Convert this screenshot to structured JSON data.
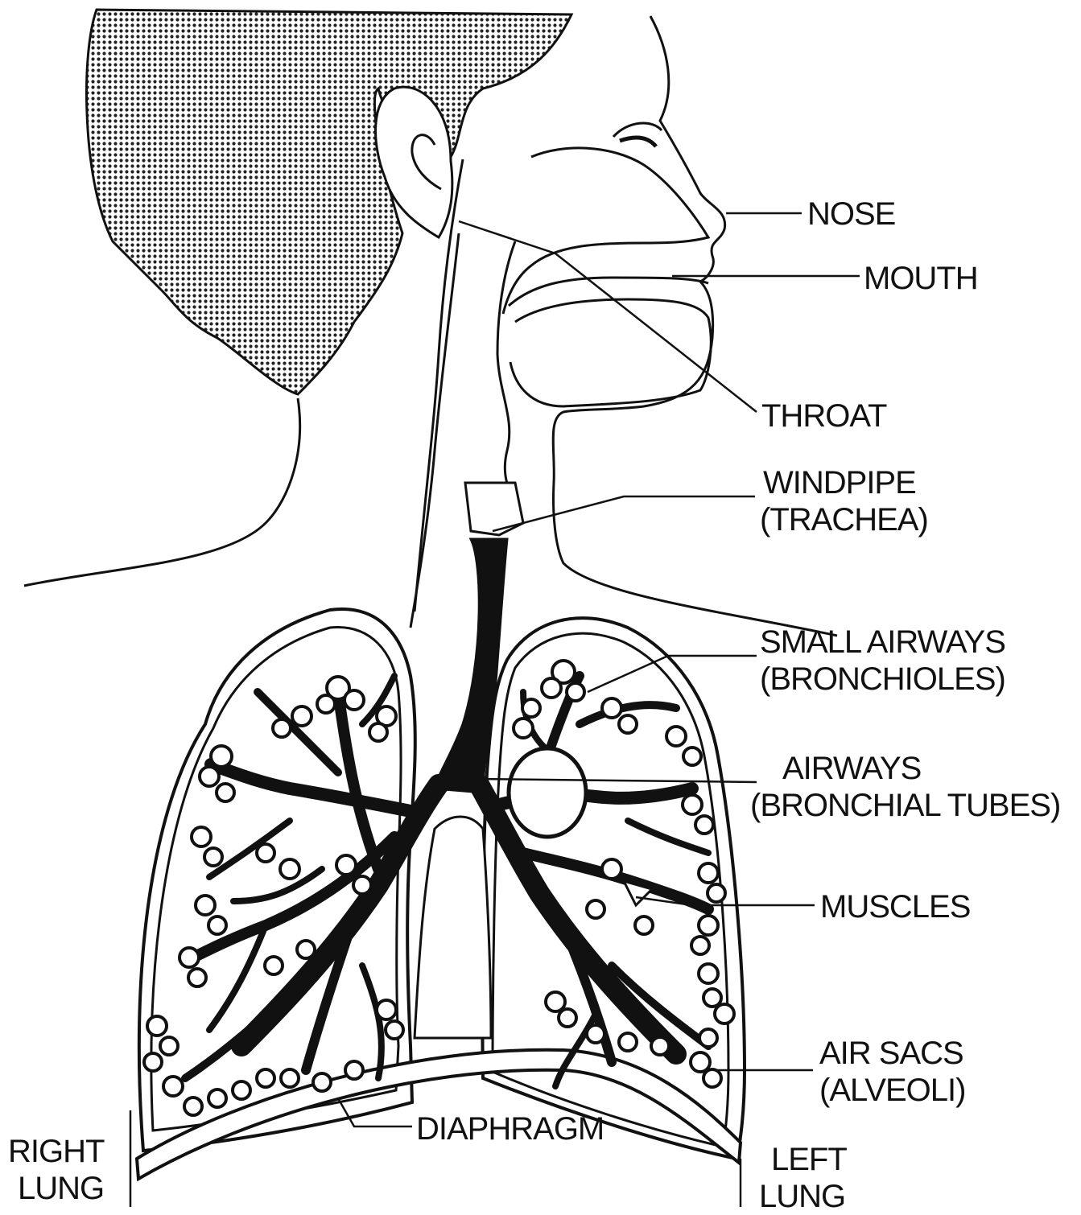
{
  "diagram": {
    "labels": {
      "nose": "NOSE",
      "mouth": "MOUTH",
      "throat": "THROAT",
      "windpipe": [
        "WINDPIPE",
        "(TRACHEA)"
      ],
      "small_airways": [
        "SMALL AIRWAYS",
        "(BRONCHIOLES)"
      ],
      "airways": [
        "AIRWAYS",
        "(BRONCHIAL TUBES)"
      ],
      "muscles": "MUSCLES",
      "air_sacs": [
        "AIR SACS",
        "(ALVEOLI)"
      ],
      "diaphragm": "DIAPHRAGM",
      "right_lung": [
        "RIGHT",
        "LUNG"
      ],
      "left_lung": [
        "LEFT",
        "LUNG"
      ]
    },
    "colors": {
      "ink": "#111111",
      "paper": "#ffffff",
      "hair_stipple": "#222222"
    }
  }
}
